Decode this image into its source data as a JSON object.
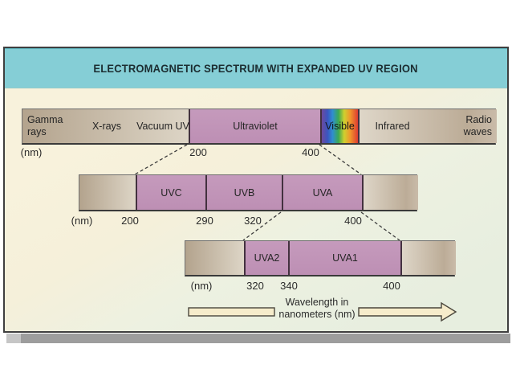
{
  "title": "ELECTROMAGNETIC SPECTRUM WITH EXPANDED UV REGION",
  "diagram": {
    "spectrum_bar": {
      "unit": "(nm)",
      "segments": [
        {
          "label": "Gamma rays"
        },
        {
          "label": "X-rays"
        },
        {
          "label": "Vacuum UV"
        },
        {
          "label": "Ultraviolet",
          "range_nm": [
            200,
            400
          ]
        },
        {
          "label": "Visible"
        },
        {
          "label": "Infrared"
        },
        {
          "label": "Radio waves"
        }
      ],
      "ticks": [
        "200",
        "400"
      ]
    },
    "uv_bar": {
      "unit": "(nm)",
      "segments": [
        {
          "label": "UVC",
          "range_nm": [
            200,
            290
          ]
        },
        {
          "label": "UVB",
          "range_nm": [
            290,
            320
          ]
        },
        {
          "label": "UVA",
          "range_nm": [
            320,
            400
          ]
        }
      ],
      "ticks": [
        "200",
        "290",
        "320",
        "400"
      ]
    },
    "uva_bar": {
      "unit": "(nm)",
      "segments": [
        {
          "label": "UVA2",
          "range_nm": [
            320,
            340
          ]
        },
        {
          "label": "UVA1",
          "range_nm": [
            340,
            400
          ]
        }
      ],
      "ticks": [
        "320",
        "340",
        "400"
      ]
    },
    "axis_label": "Wavelength in nanometers (nm)"
  },
  "colors": {
    "header_teal": "#85ced6",
    "band_purple": "#bf92b6",
    "band_tan_dark": "#b3a38d",
    "band_tan_light": "#ddd5c6",
    "panel_cream": "#f7f1da",
    "panel_green": "#e9efe0",
    "arrow_fill": "#f6eccb",
    "shadow_gray": "#9d9d9d"
  }
}
